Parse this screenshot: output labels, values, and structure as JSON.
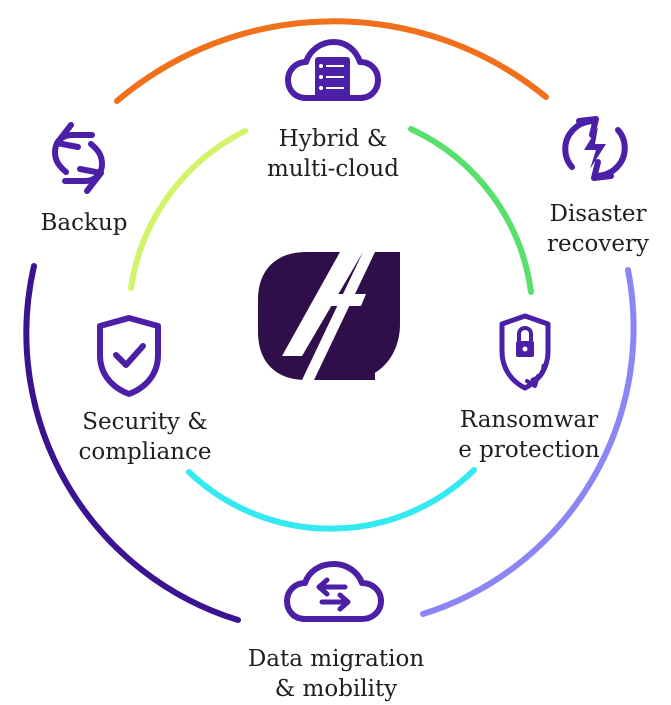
{
  "diagram": {
    "center_logo": "H brand mark",
    "colors": {
      "icon": "#4b1fa6",
      "logo": "#2f0f4a",
      "outer_top": "#f0701b",
      "outer_right": "#8b86f3",
      "outer_left": "#3b128f",
      "inner_top_left": "#d3f36a",
      "inner_top_right": "#59df6b",
      "inner_bottom": "#34e9ef"
    },
    "items": [
      {
        "id": "hybrid",
        "icon": "server-cloud-icon",
        "line1": "Hybrid &",
        "line2": "multi-cloud"
      },
      {
        "id": "disaster",
        "icon": "lightning-refresh-icon",
        "line1": "Disaster",
        "line2": "recovery"
      },
      {
        "id": "ransomware",
        "icon": "shield-lock-icon",
        "line1": "Ransomwar",
        "line2": "e protection"
      },
      {
        "id": "migration",
        "icon": "cloud-sync-icon",
        "line1": "Data migration",
        "line2": "& mobility"
      },
      {
        "id": "security",
        "icon": "shield-check-icon",
        "line1": "Security &",
        "line2": "compliance"
      },
      {
        "id": "backup",
        "icon": "backup-cycle-icon",
        "line1": "Backup",
        "line2": ""
      }
    ]
  }
}
